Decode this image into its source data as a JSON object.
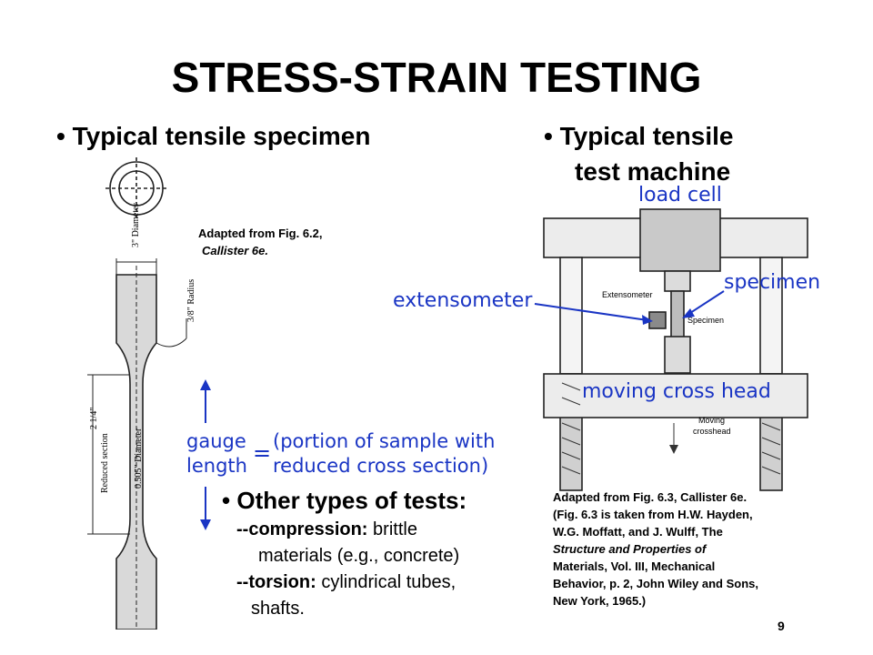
{
  "title": "STRESS-STRAIN TESTING",
  "left": {
    "bullet": "Typical tensile specimen",
    "caption_line1": "Adapted from Fig. 6.2,",
    "caption_line2": "Callister 6e.",
    "drawing_labels": {
      "diameter_top": "3\" Diameter",
      "radius": "3/8\" Radius",
      "reduced_section": "Reduced section",
      "dim_2_1_4": "2 1/4\"",
      "diameter_mid": "0.505\" Diameter"
    }
  },
  "right": {
    "bullet_line1": "Typical tensile",
    "bullet_line2": "test machine",
    "labels": {
      "load_cell": "load cell",
      "specimen": "specimen",
      "extensometer": "extensometer",
      "moving_cross_head": "moving cross head"
    },
    "drawing_labels": {
      "extensometer_small": "Extensometer",
      "specimen_small": "Specimen",
      "moving_crosshead_1": "Moving",
      "moving_crosshead_2": "crosshead"
    },
    "caption_lines": [
      "Adapted from Fig. 6.3, Callister 6e.",
      "(Fig. 6.3 is taken from H.W. Hayden,",
      "W.G. Moffatt, and J. Wulff, The",
      "Structure and Properties of",
      "Materials, Vol. III, Mechanical",
      "Behavior, p. 2, John Wiley and Sons,",
      "New York, 1965.)"
    ]
  },
  "gauge": {
    "word1": "gauge",
    "word2": "length",
    "equals": "=",
    "def1": "(portion of sample with",
    "def2": "reduced cross section)"
  },
  "other_tests": {
    "heading": "Other types of tests:",
    "compression_label": "--compression:",
    "compression_text": "brittle",
    "compression_text2": "materials (e.g., concrete)",
    "torsion_label": "--torsion:",
    "torsion_text": "cylindrical tubes,",
    "torsion_text2": "shafts."
  },
  "page_number": "9",
  "colors": {
    "accent_blue": "#1a35c4",
    "diagram_gray": "#d9d9d9"
  }
}
